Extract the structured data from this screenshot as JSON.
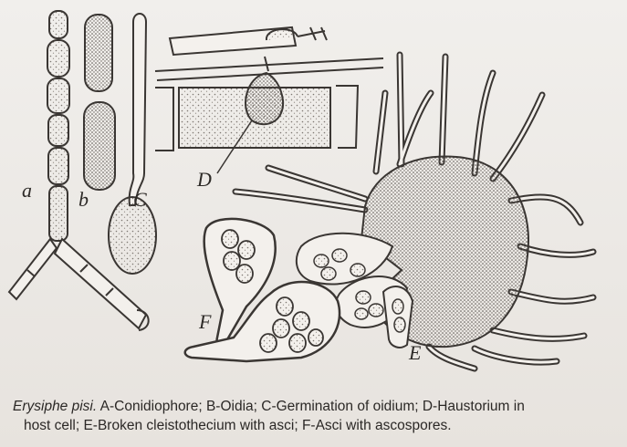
{
  "labels": {
    "a": "a",
    "b": "b",
    "c": "C",
    "d": "D",
    "e": "E",
    "f": "F"
  },
  "caption": {
    "species": "Erysiphe pisi.",
    "line1_rest": " A-Conidiophore; B-Oidia; C-Germination of oidium; D-Haustorium in",
    "line2": "host cell; E-Broken cleistothecium with asci; F-Asci with ascospores."
  },
  "colors": {
    "ink": "#3a3633",
    "stipple": "#9a948e",
    "paper": "#efece8"
  }
}
